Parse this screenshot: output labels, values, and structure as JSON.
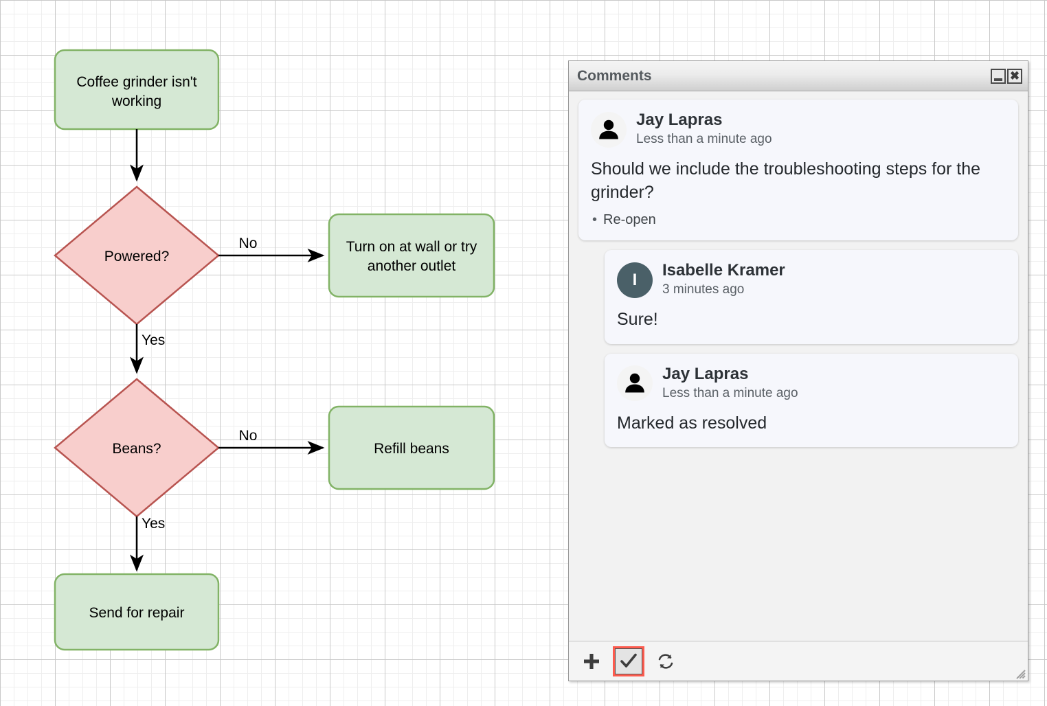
{
  "flowchart": {
    "nodes": [
      {
        "id": "start",
        "type": "process",
        "label_line1": "Coffee grinder isn't",
        "label_line2": "working"
      },
      {
        "id": "powered",
        "type": "decision",
        "label_line1": "Powered?",
        "label_line2": ""
      },
      {
        "id": "outlet",
        "type": "process",
        "label_line1": "Turn on at wall or try",
        "label_line2": "another outlet"
      },
      {
        "id": "beans",
        "type": "decision",
        "label_line1": "Beans?",
        "label_line2": ""
      },
      {
        "id": "refill",
        "type": "process",
        "label_line1": "Refill beans",
        "label_line2": ""
      },
      {
        "id": "repair",
        "type": "process",
        "label_line1": "Send for repair",
        "label_line2": ""
      }
    ],
    "edges": [
      {
        "from": "start",
        "to": "powered",
        "label": ""
      },
      {
        "from": "powered",
        "to": "outlet",
        "label": "No"
      },
      {
        "from": "powered",
        "to": "beans",
        "label": "Yes"
      },
      {
        "from": "beans",
        "to": "refill",
        "label": "No"
      },
      {
        "from": "beans",
        "to": "repair",
        "label": "Yes"
      }
    ],
    "colors": {
      "process_fill": "#d5e8d4",
      "process_stroke": "#82b366",
      "decision_fill": "#f8cecc",
      "decision_stroke": "#b85450",
      "edge_stroke": "#000000"
    }
  },
  "comments_panel": {
    "title": "Comments",
    "titlebar_buttons": [
      {
        "name": "minimize",
        "glyph": "minimize-icon"
      },
      {
        "name": "close",
        "glyph": "close-icon"
      }
    ],
    "comments": [
      {
        "author": "Jay Lapras",
        "avatar_type": "silhouette",
        "avatar_initial": "",
        "time": "Less than a minute ago",
        "text": "Should we include the troubleshooting steps for the grinder?",
        "action": "Re-open",
        "is_reply": false
      },
      {
        "author": "Isabelle Kramer",
        "avatar_type": "initial",
        "avatar_initial": "I",
        "time": "3 minutes ago",
        "text": "Sure!",
        "action": "",
        "is_reply": true
      },
      {
        "author": "Jay Lapras",
        "avatar_type": "silhouette",
        "avatar_initial": "",
        "time": "Less than a minute ago",
        "text": "Marked as resolved",
        "action": "",
        "is_reply": true
      }
    ],
    "toolbar": {
      "buttons": [
        {
          "name": "add-comment-button",
          "icon": "plus-icon",
          "active": false
        },
        {
          "name": "resolve-button",
          "icon": "check-icon",
          "active": true
        },
        {
          "name": "refresh-button",
          "icon": "refresh-icon",
          "active": false
        }
      ],
      "active_highlight_color": "#fc5b4e"
    }
  }
}
